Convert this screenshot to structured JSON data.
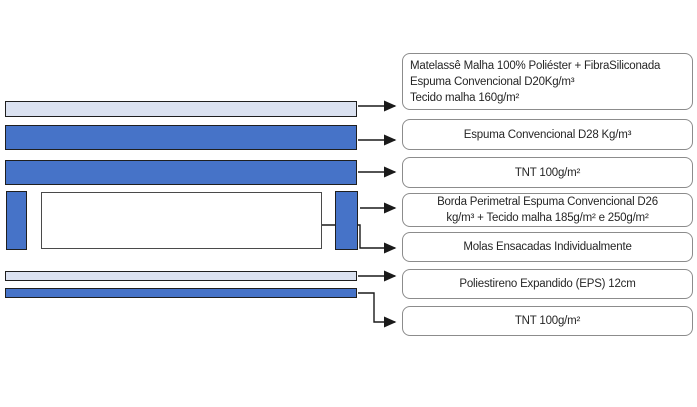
{
  "colors": {
    "layer_light": "#dbe2f1",
    "layer_blue": "#4673c8",
    "layer_border": "#1f1f1f",
    "callout_border": "#8c8c8c",
    "callout_bg": "#ffffff",
    "text": "#262626",
    "connector": "#1a1a1a"
  },
  "diagram": {
    "layers": [
      {
        "name": "matelasse-top-layer",
        "fill": "#dbe2f1"
      },
      {
        "name": "foam-d28-layer",
        "fill": "#4673c8"
      },
      {
        "name": "tnt-upper-layer",
        "fill": "#4673c8"
      },
      {
        "name": "perimeter-border-left-block",
        "fill": "#4673c8"
      },
      {
        "name": "pocket-springs-core",
        "fill": "#ffffff"
      },
      {
        "name": "perimeter-border-right-block",
        "fill": "#4673c8"
      },
      {
        "name": "eps-layer",
        "fill": "#dbe2f1"
      },
      {
        "name": "tnt-lower-layer",
        "fill": "#4673c8"
      }
    ],
    "callouts": [
      {
        "align": "left",
        "lines": [
          "Matelassê Malha 100% Poliéster + FibraSiliconada",
          "Espuma Convencional D20Kg/m³",
          "Tecido malha 160g/m²"
        ]
      },
      {
        "align": "center",
        "lines": [
          "Espuma Convencional D28 Kg/m³"
        ]
      },
      {
        "align": "center",
        "lines": [
          "TNT 100g/m²"
        ]
      },
      {
        "align": "center",
        "lines": [
          "Borda Perimetral Espuma Convencional D26",
          "kg/m³ + Tecido malha 185g/m² e 250g/m²"
        ]
      },
      {
        "align": "center",
        "lines": [
          "Molas Ensacadas Individualmente"
        ]
      },
      {
        "align": "center",
        "lines": [
          "Poliestireno Expandido (EPS) 12cm"
        ]
      },
      {
        "align": "center",
        "lines": [
          "TNT 100g/m²"
        ]
      }
    ]
  }
}
